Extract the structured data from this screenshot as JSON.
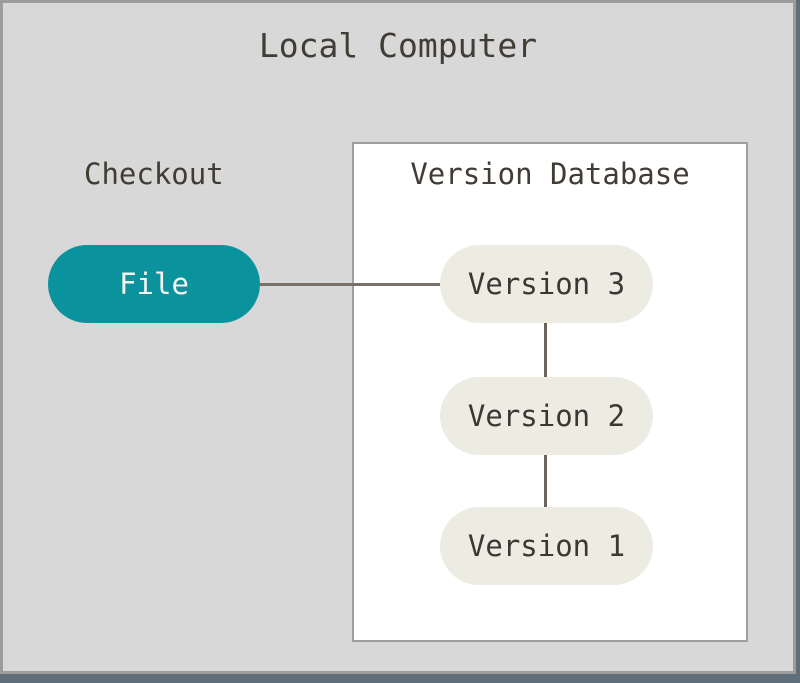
{
  "diagram": {
    "title": "Local Computer",
    "checkout_label": "Checkout",
    "file_node_label": "File",
    "version_database": {
      "title": "Version Database",
      "nodes": [
        "Version 3",
        "Version 2",
        "Version 1"
      ]
    }
  },
  "colors": {
    "background": "#d8d8d8",
    "frame_border": "#9c9c9c",
    "frame_shadow": "#5f6e79",
    "box_background": "#ffffff",
    "box_border": "#9f9f9f",
    "file_node_fill": "#0a929d",
    "file_node_text": "#f5f4ef",
    "version_node_fill": "#edece3",
    "version_node_text": "#3a3833",
    "label_text": "#413c35",
    "connector_line": "#77716a",
    "connector_line_dark": "#6b645c"
  }
}
